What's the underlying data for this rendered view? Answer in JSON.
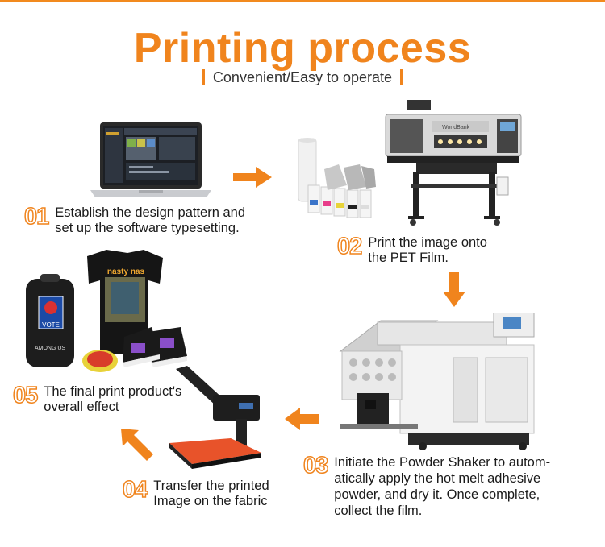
{
  "header": {
    "title": "Printing process",
    "subtitle": "Convenient/Easy to operate"
  },
  "steps": [
    {
      "num": "01",
      "line1": "Establish the design pattern and",
      "line2": "set up the software typesetting."
    },
    {
      "num": "02",
      "line1": "Print the image onto",
      "line2": "the PET Film."
    },
    {
      "num": "03",
      "line1": "Initiate the Powder Shaker to autom-",
      "line2": "atically apply the hot melt adhesive",
      "line3": "powder, and dry it. Once complete,",
      "line4": "collect the film."
    },
    {
      "num": "04",
      "line1": "Transfer the printed",
      "line2": "Image on the fabric"
    },
    {
      "num": "05",
      "line1": "The final print product's",
      "line2": "overall effect"
    }
  ],
  "graphics": {
    "tshirt_text": "nasty nas",
    "vote_label": "VOTE",
    "backpack_text": "AMONG US",
    "printer_brand": "WorldBank"
  },
  "colors": {
    "accent": "#f0841d"
  }
}
